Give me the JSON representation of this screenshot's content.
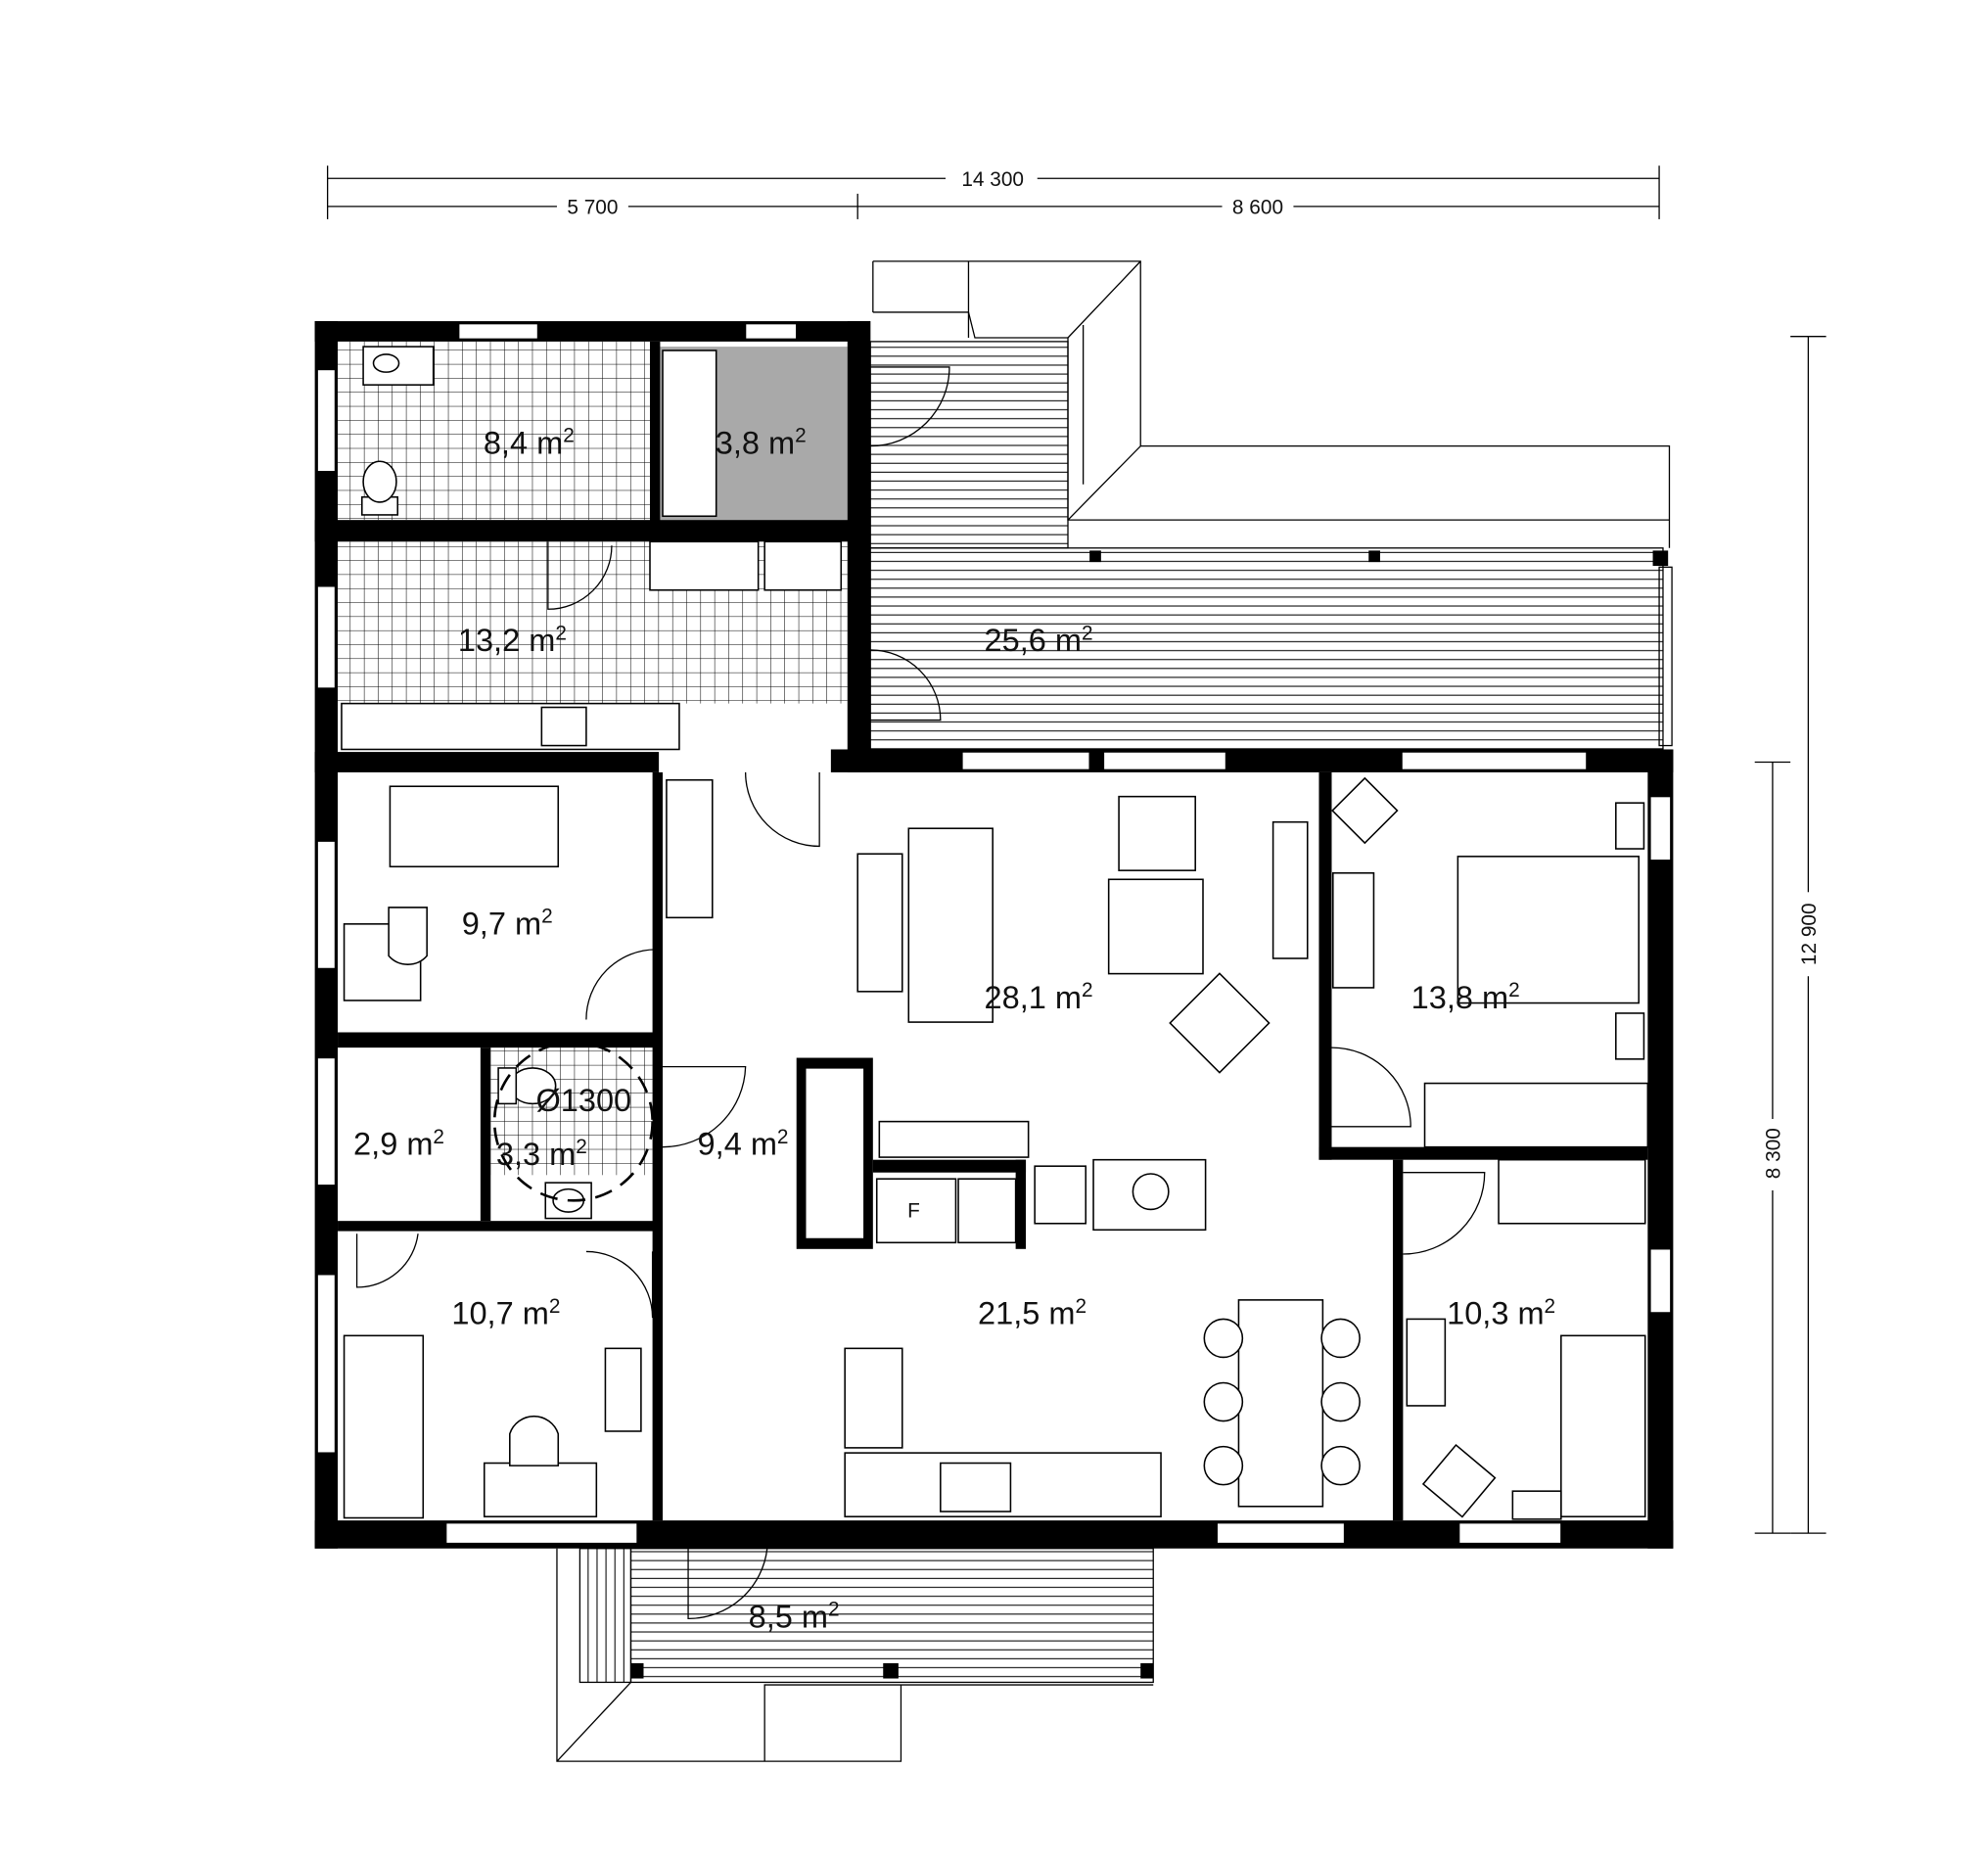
{
  "dimensions": {
    "top_total": "14 300",
    "top_left": "5 700",
    "top_right": "8 600",
    "right_total": "12 900",
    "right_partial": "8 300"
  },
  "rooms": [
    {
      "id": "bathroom",
      "area": "8,4 m",
      "sup": "2"
    },
    {
      "id": "sauna",
      "area": "3,8 m",
      "sup": "2"
    },
    {
      "id": "utility",
      "area": "13,2 m",
      "sup": "2"
    },
    {
      "id": "terrace",
      "area": "25,6 m",
      "sup": "2"
    },
    {
      "id": "bedroom-small",
      "area": "9,7 m",
      "sup": "2"
    },
    {
      "id": "living",
      "area": "28,1 m",
      "sup": "2"
    },
    {
      "id": "bedroom-master",
      "area": "13,8 m",
      "sup": "2"
    },
    {
      "id": "closet",
      "area": "2,9 m",
      "sup": "2"
    },
    {
      "id": "wc",
      "area": "3,3 m",
      "sup": "2"
    },
    {
      "id": "hall",
      "area": "9,4 m",
      "sup": "2"
    },
    {
      "id": "bedroom-left",
      "area": "10,7 m",
      "sup": "2"
    },
    {
      "id": "kitchen",
      "area": "21,5 m",
      "sup": "2"
    },
    {
      "id": "bedroom-right",
      "area": "10,3 m",
      "sup": "2"
    },
    {
      "id": "porch",
      "area": "8,5 m",
      "sup": "2"
    }
  ],
  "annotations": {
    "turning_circle": "Ø1300",
    "fridge": "F"
  },
  "colors": {
    "wall": "#000000",
    "sauna_fill": "#a9a9a9"
  }
}
